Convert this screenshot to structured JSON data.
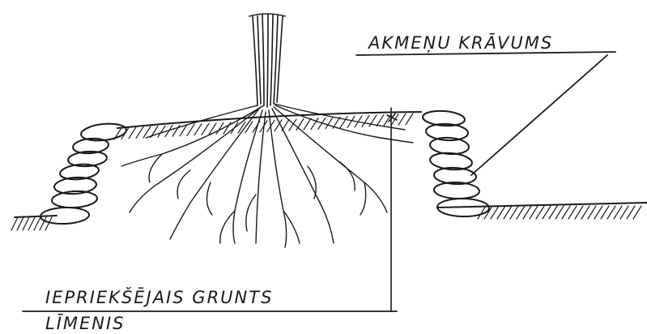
{
  "labels": {
    "stone_pile": "AKMEŅU KRĀVUMS",
    "previous_ground_line1": "IEPRIEKŠĒJAIS GRUNTS",
    "previous_ground_line2": "LĪMENIS"
  }
}
